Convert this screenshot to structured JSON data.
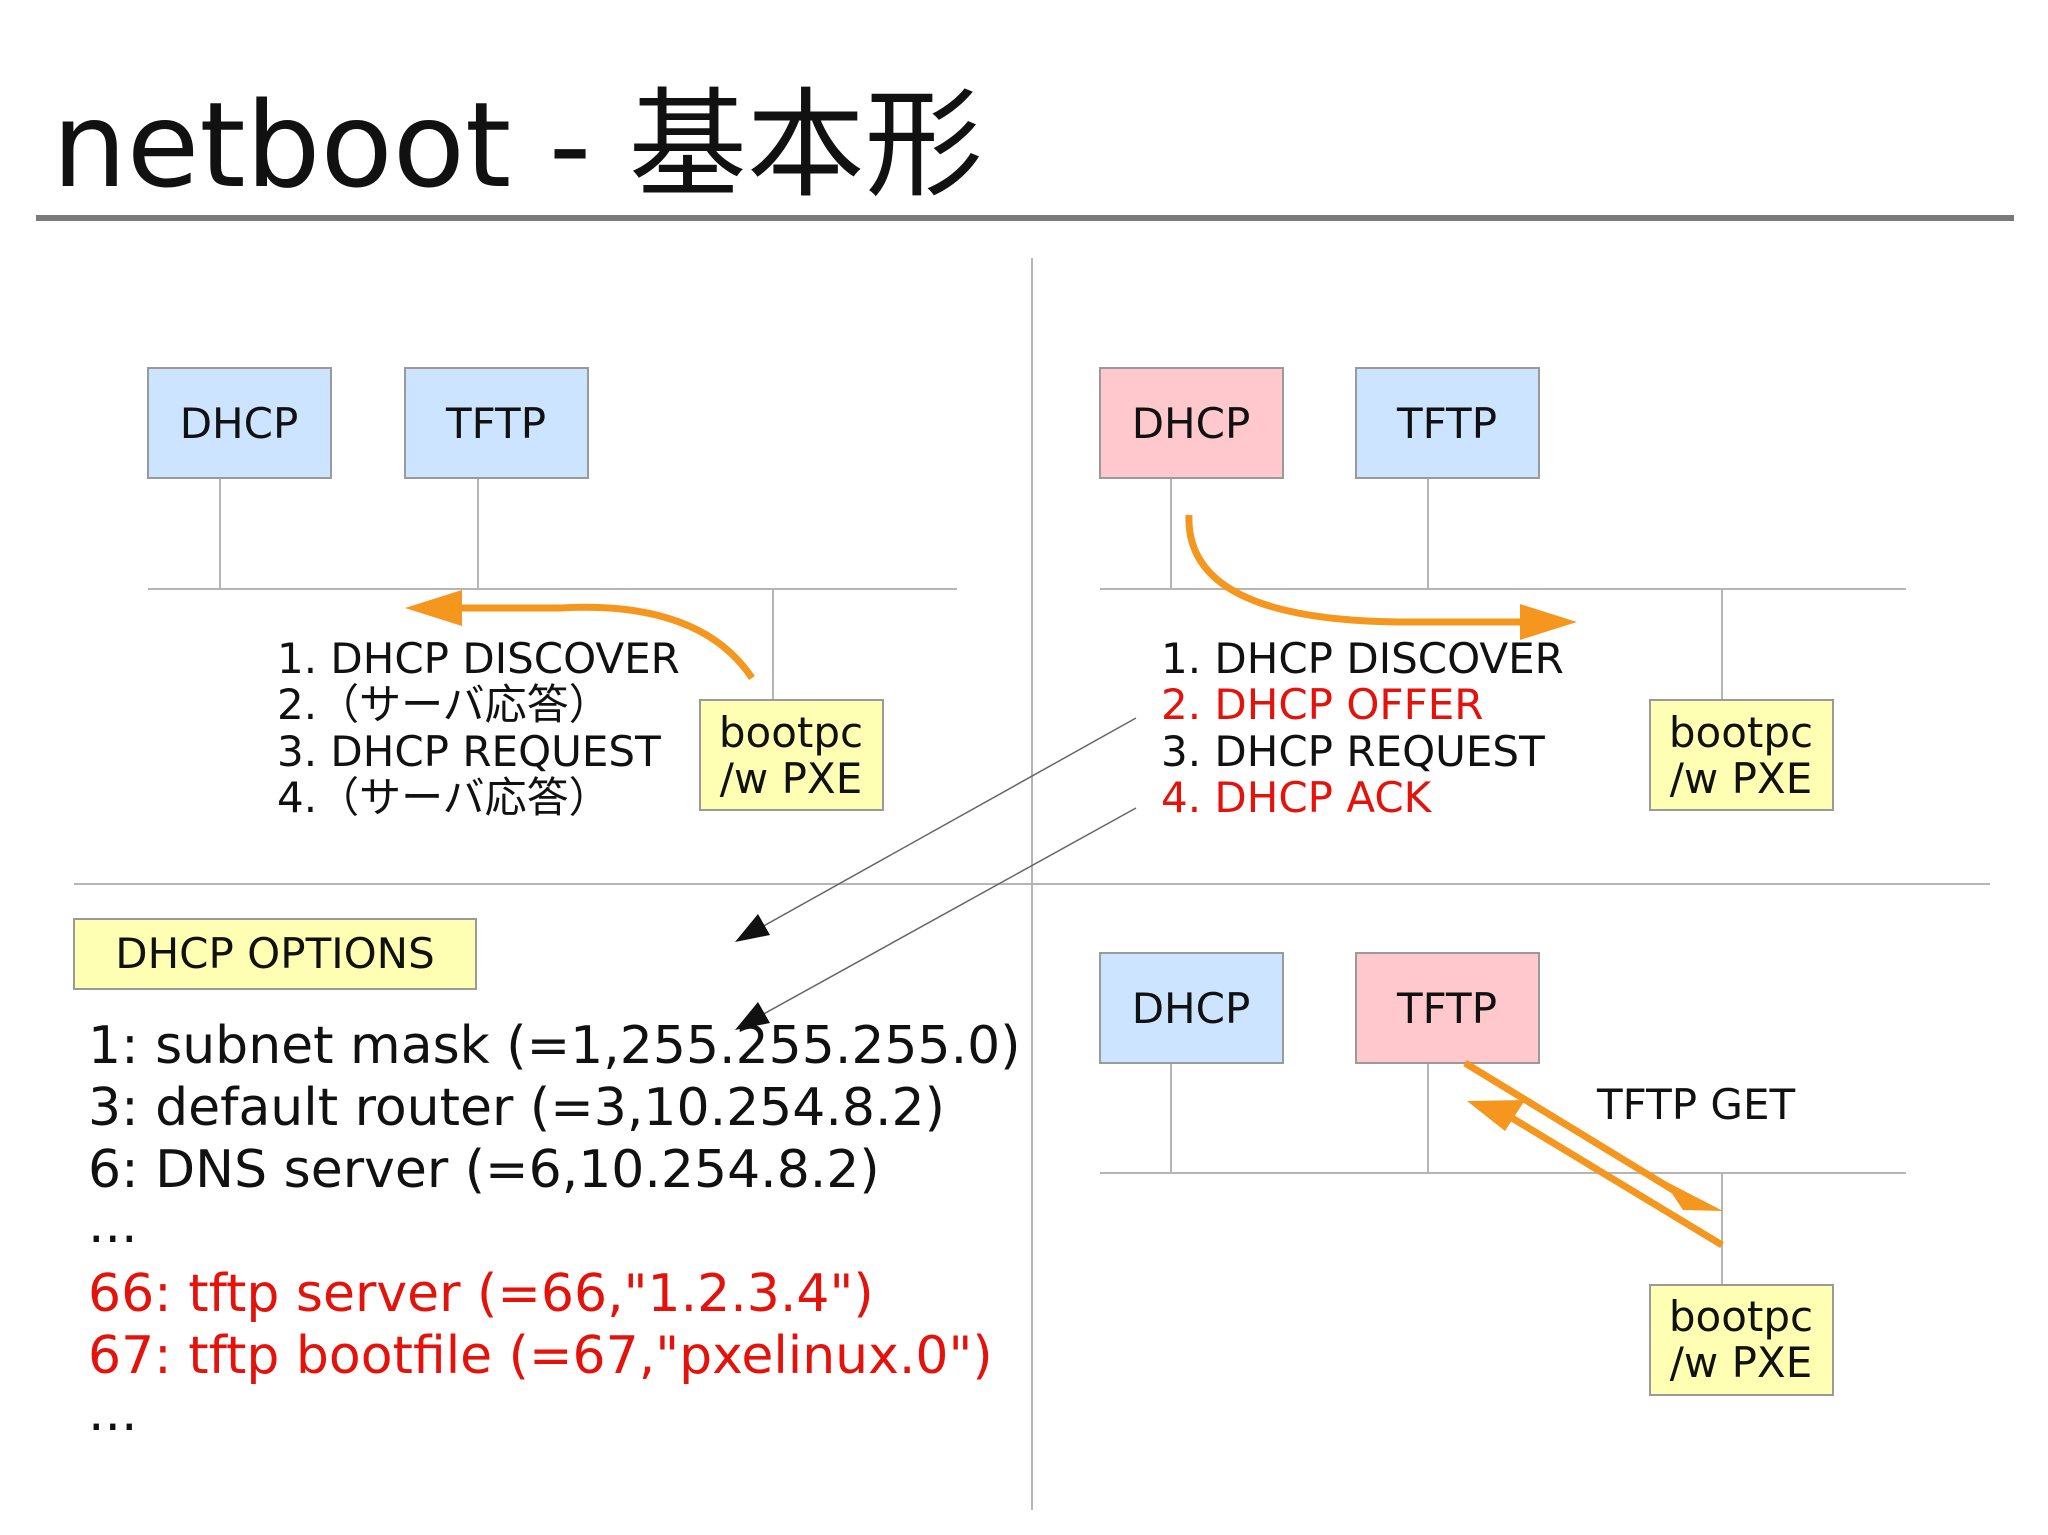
{
  "title": "netboot - 基本形",
  "colors": {
    "server_default": "#cce4ff",
    "server_active": "#ffc8cc",
    "client": "#ffffb3",
    "arrow": "#f5961e",
    "highlight": "#e3120b",
    "line": "#b5b5b5"
  },
  "panel_tl": {
    "dhcp_label": "DHCP",
    "tftp_label": "TFTP",
    "client_line1": "bootpc",
    "client_line2": "/w PXE",
    "steps": [
      "1. DHCP DISCOVER",
      "2.（サーバ応答）",
      "3. DHCP REQUEST",
      "4.（サーバ応答）"
    ]
  },
  "panel_tr": {
    "dhcp_label": "DHCP",
    "tftp_label": "TFTP",
    "client_line1": "bootpc",
    "client_line2": "/w PXE",
    "steps": [
      "1. DHCP DISCOVER",
      "2. DHCP OFFER",
      "3. DHCP REQUEST",
      "4. DHCP ACK"
    ]
  },
  "panel_bl": {
    "options_label": "DHCP OPTIONS",
    "options": [
      "1: subnet mask (=1,255.255.255.0)",
      "3: default router (=3,10.254.8.2)",
      "6: DNS server (=6,10.254.8.2)",
      "...",
      "66: tftp server (=66,\"1.2.3.4\")",
      "67: tftp bootfile (=67,\"pxelinux.0\")",
      "..."
    ]
  },
  "panel_br": {
    "dhcp_label": "DHCP",
    "tftp_label": "TFTP",
    "client_line1": "bootpc",
    "client_line2": "/w PXE",
    "tftp_get_label": "TFTP GET"
  }
}
